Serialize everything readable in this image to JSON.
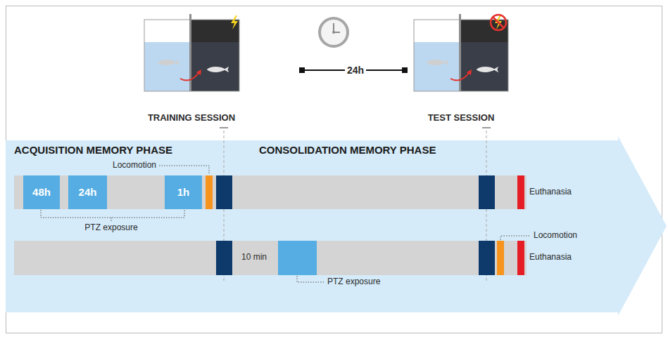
{
  "diagram": {
    "nodes": [
      {
        "text": [
          "48h"
        ]
      },
      {
        "text": [
          "24h"
        ]
      },
      {
        "text": [
          "1h"
        ]
      }
    ],
    "labels": [
      "24h",
      "TRAINING SESSION",
      "TEST SESSION",
      "ACQUISITION MEMORY PHASE",
      "CONSOLIDATION MEMORY PHASE",
      "Locomotion",
      "PTZ exposure",
      "Euthanasia",
      "10 min",
      "Locomotion",
      "PTZ exposure",
      "Euthanasia"
    ]
  }
}
